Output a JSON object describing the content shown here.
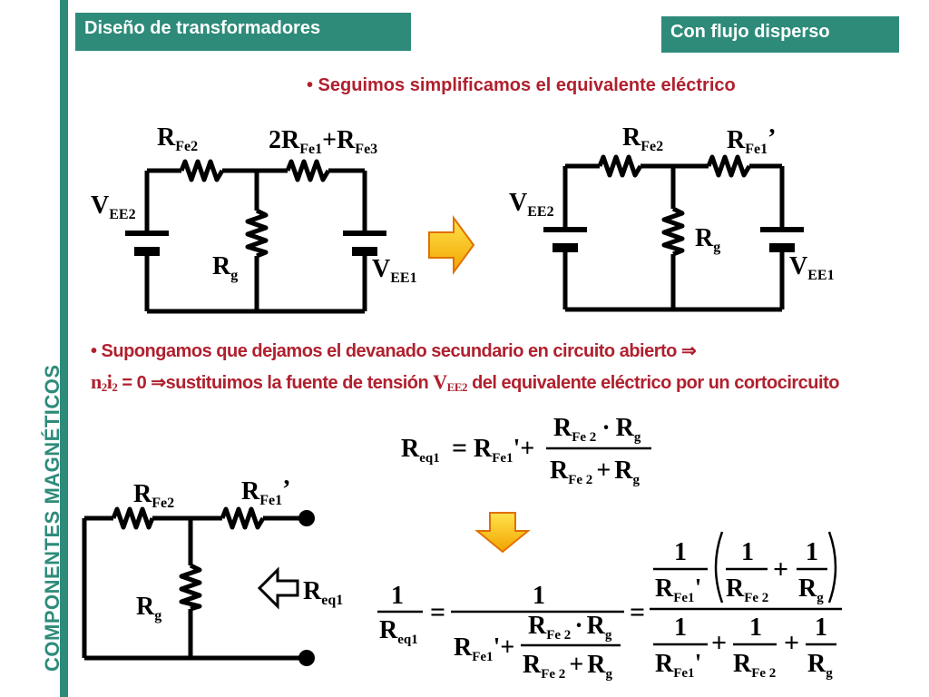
{
  "header": {
    "left_tag": "Diseño de transformadores",
    "right_tag": "Con flujo disperso",
    "sidebar_title": "COMPONENTES MAGNÉTICOS"
  },
  "bullets": {
    "b1": "• Seguimos simplificamos el equivalente eléctrico",
    "b2_part1": "• Supongamos que dejamos el devanado secundario en circuito abierto ",
    "b2_arrow": "⇒",
    "b2_n": "n",
    "b2_n_sub": "2",
    "b2_i": "i",
    "b2_i_sub": "2",
    "b2_part2": " = 0 ",
    "b2_part3": "sustituimos la fuente de tensión ",
    "b2_v": "V",
    "b2_v_sub": "EE2",
    "b2_part4": " del equivalente eléctrico por un cortocircuito"
  },
  "circuit1": {
    "r_fe2": "R",
    "r_fe2_sub": "Fe2",
    "r_series": "2R",
    "r_series_sub1": "Fe1",
    "r_series_plus": "+R",
    "r_series_sub2": "Fe3",
    "v_ee2": "V",
    "v_ee2_sub": "EE2",
    "r_g": "R",
    "r_g_sub": "g",
    "v_ee1": "V",
    "v_ee1_sub": "EE1"
  },
  "circuit2": {
    "r_fe2": "R",
    "r_fe2_sub": "Fe2",
    "r_fe1": "R",
    "r_fe1_sub": "Fe1",
    "prime": "’",
    "v_ee2": "V",
    "v_ee2_sub": "EE2",
    "r_g": "R",
    "r_g_sub": "g",
    "v_ee1": "V",
    "v_ee1_sub": "EE1"
  },
  "circuit3": {
    "r_fe2": "R",
    "r_fe2_sub": "Fe2",
    "r_fe1": "R",
    "r_fe1_sub": "Fe1",
    "prime": "’",
    "r_g": "R",
    "r_g_sub": "g",
    "r_eq": "R",
    "r_eq_sub": "eq1"
  },
  "equation1": {
    "lhs": "R",
    "lhs_sub": "eq1",
    "eq": "=",
    "t1": "R",
    "t1_sub": "Fe1",
    "t1_prime": "'+",
    "num_a": "R",
    "num_a_sub": "Fe 2",
    "dot": "·",
    "num_b": "R",
    "num_b_sub": "g",
    "den_a": "R",
    "den_a_sub": "Fe 2",
    "plus": "+",
    "den_b": "R",
    "den_b_sub": "g"
  },
  "equation2": {
    "one": "1",
    "r": "R",
    "sub_eq1": "eq1",
    "sub_fe1": "Fe1",
    "sub_fe2": "Fe 2",
    "sub_g": "g",
    "eq": "=",
    "plus": "+",
    "dot": "·",
    "prime": "'",
    "prime_plus": "'+"
  }
}
